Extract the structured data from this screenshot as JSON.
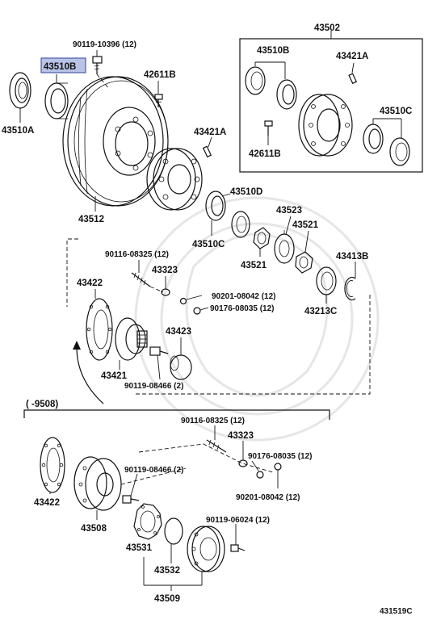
{
  "diagram": {
    "highlight_color": "#b9c3e6",
    "parts": {
      "p90119_10396": "90119-10396 (12)",
      "p43510B_main": "43510B",
      "p43510A": "43510A",
      "p43512": "43512",
      "p42611B_main": "42611B",
      "p43421A_main": "43421A",
      "p43502": "43502",
      "p43510B_inset": "43510B",
      "p43421A_inset": "43421A",
      "p42611B_inset": "42611B",
      "p43510C_inset": "43510C",
      "p43510D": "43510D",
      "p43510C": "43510C",
      "p43523": "43523",
      "p43521_a": "43521",
      "p43521_b": "43521",
      "p43413B": "43413B",
      "p43213C": "43213C",
      "p90116_08325_a": "90116-08325 (12)",
      "p43323_a": "43323",
      "p43422_a": "43422",
      "p90201_08042_a": "90201-08042 (12)",
      "p90176_08035_a": "90176-08035 (12)",
      "p43423": "43423",
      "p43421": "43421",
      "p90119_08466_a": "90119-08466 (2)",
      "range": "(  -9508)",
      "p90116_08325_b": "90116-08325 (12)",
      "p43323_b": "43323",
      "p90176_08035_b": "90176-08035 (12)",
      "p90119_08466_b": "90119-08466 (2)",
      "p43422_b": "43422",
      "p90201_08042_b": "90201-08042 (12)",
      "p43508": "43508",
      "p90119_06024": "90119-06024 (12)",
      "p43531": "43531",
      "p43532": "43532",
      "p43509": "43509",
      "figure_id": "431519C"
    }
  }
}
